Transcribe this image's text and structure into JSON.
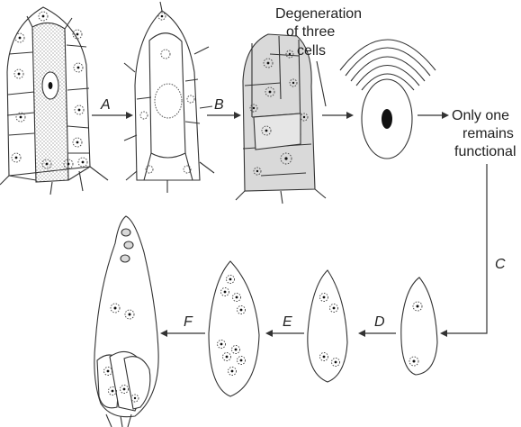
{
  "labels": {
    "arrow_a": "A",
    "arrow_b": "B",
    "arrow_c": "C",
    "arrow_d": "D",
    "arrow_e": "E",
    "arrow_f": "F",
    "degeneration_line1": "Degeneration",
    "degeneration_line2": "of three",
    "degeneration_line3": "cells",
    "functional_line1": "Only one",
    "functional_line2": "remains",
    "functional_line3": "functional"
  }
}
